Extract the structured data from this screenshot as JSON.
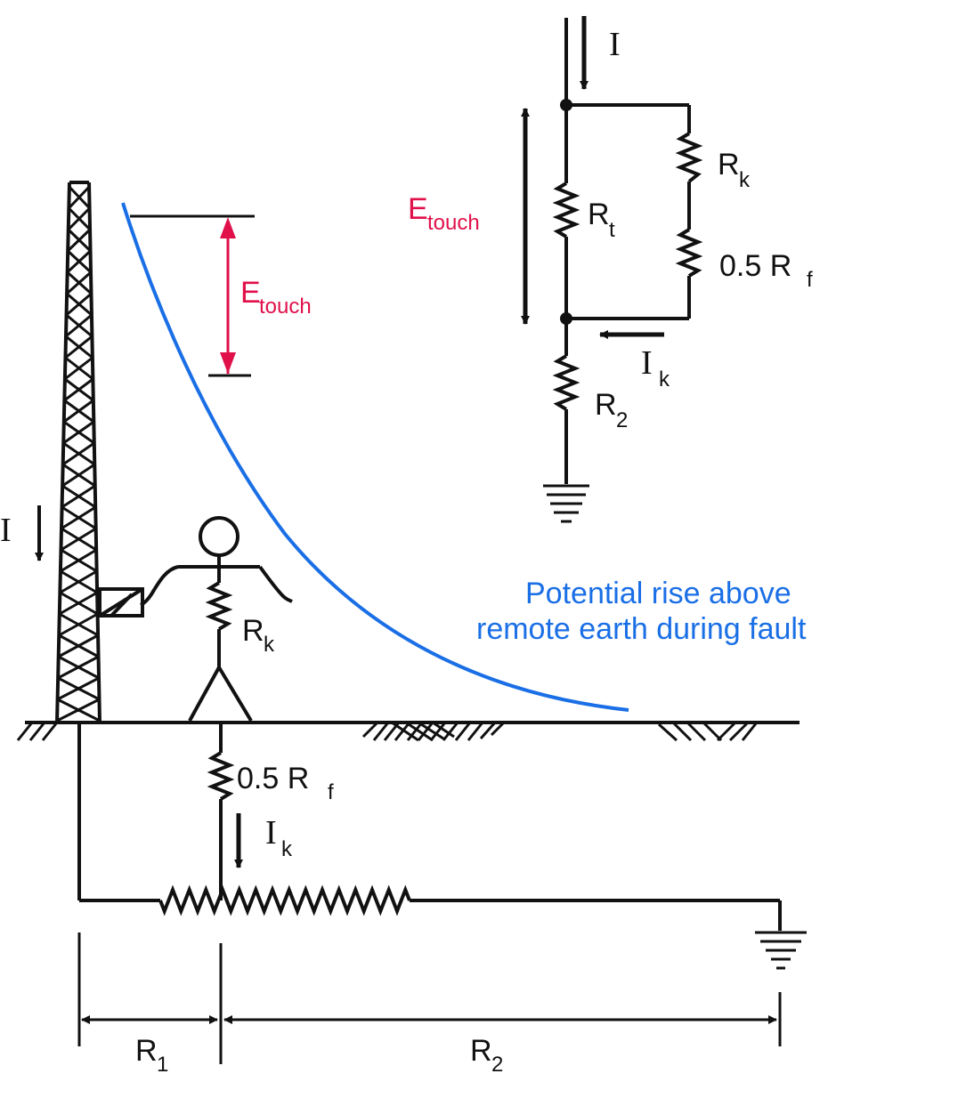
{
  "colors": {
    "ink": "#111111",
    "touch_voltage": "#e0104a",
    "potential_curve": "#1a6fe6"
  },
  "labels": {
    "current_tower": "I",
    "current_circuit": "I",
    "e_touch_main": "E",
    "e_touch_main_sub": "touch",
    "e_touch_circuit": "E",
    "e_touch_circuit_sub": "touch",
    "potential_caption_line1": "Potential rise above",
    "potential_caption_line2": "remote earth during fault",
    "rk_person": "R",
    "rk_person_sub": "k",
    "rf_ground": "0.5 R",
    "rf_ground_sub": "f",
    "ik_ground": "I",
    "ik_ground_sub": "k",
    "r1_dim": "R",
    "r1_dim_sub": "1",
    "r2_dim": "R",
    "r2_dim_sub": "2",
    "rk_circuit": "R",
    "rk_circuit_sub": "k",
    "rt_circuit": "R",
    "rt_circuit_sub": "t",
    "rf_circuit": "0.5 R",
    "rf_circuit_sub": "f",
    "ik_circuit": "I",
    "ik_circuit_sub": "k",
    "r2_circuit": "R",
    "r2_circuit_sub": "2"
  },
  "icons": {
    "tower": "lattice-tower-icon",
    "person": "stick-figure-icon",
    "ground": "earth-ground-icon",
    "resistor": "zigzag-resistor-icon"
  }
}
